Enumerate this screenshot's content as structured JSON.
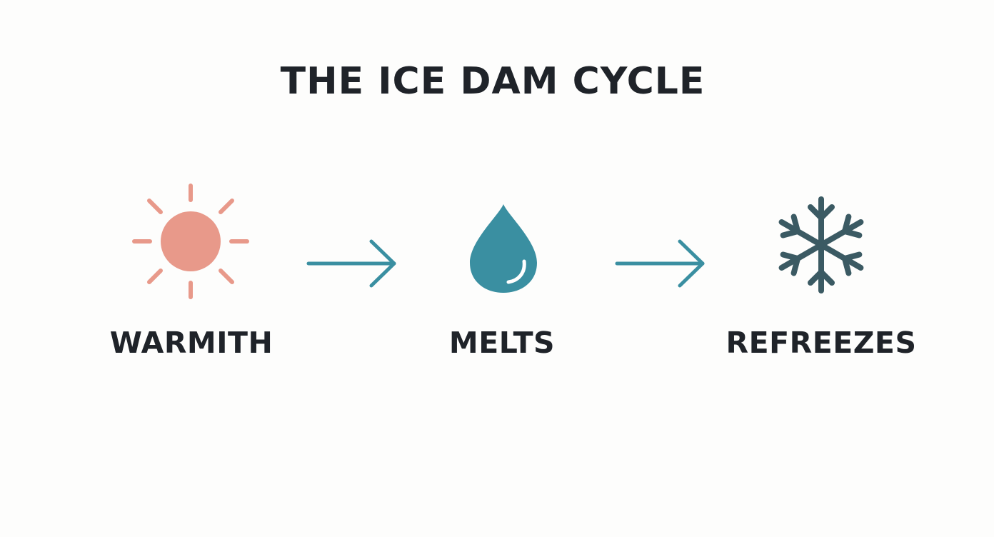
{
  "title": "THE ICE DAM CYCLE",
  "steps": [
    {
      "label": "WARMITH",
      "icon": "sun-icon",
      "color": "#e8998a"
    },
    {
      "label": "MELTS",
      "icon": "water-drop-icon",
      "color": "#3a8fa1"
    },
    {
      "label": "REFREEZES",
      "icon": "snowflake-icon",
      "color": "#3b5a63"
    }
  ],
  "connectors": [
    {
      "icon": "arrow-right-icon",
      "color": "#3a8fa1"
    },
    {
      "icon": "arrow-right-icon",
      "color": "#3a8fa1"
    }
  ]
}
